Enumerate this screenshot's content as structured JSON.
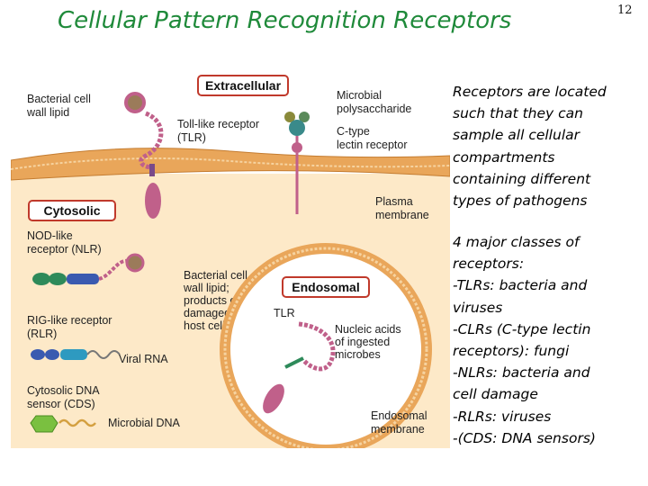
{
  "slide": {
    "title": "Cellular Pattern Recognition Receptors",
    "page_number": "12"
  },
  "side_text": {
    "para1": [
      "Receptors are located",
      "such that they can",
      "sample all cellular",
      "compartments",
      "containing different",
      "types of pathogens"
    ],
    "para2": [
      "4 major classes of",
      "receptors:",
      "-TLRs: bacteria and",
      "viruses",
      "-CLRs (C-type lectin",
      "receptors): fungi",
      "-NLRs: bacteria and",
      "cell damage",
      "-RLRs: viruses",
      "-(CDS: DNA sensors)"
    ]
  },
  "diagram": {
    "compartments": {
      "extracellular": "Extracellular",
      "cytosolic": "Cytosolic",
      "endosomal": "Endosomal"
    },
    "labels": {
      "bacterial_lipid_1": "Bacterial cell",
      "bacterial_lipid_2": "wall lipid",
      "tlr_1": "Toll-like receptor",
      "tlr_2": "(TLR)",
      "microbial_poly_1": "Microbial",
      "microbial_poly_2": "polysaccharide",
      "ctype_1": "C-type",
      "ctype_2": "lectin receptor",
      "plasma_1": "Plasma",
      "plasma_2": "membrane",
      "nlr_1": "NOD-like",
      "nlr_2": "receptor (NLR)",
      "damaged_1": "Bacterial cell",
      "damaged_2": "wall lipid;",
      "damaged_3": "products of",
      "damaged_4": "damaged",
      "damaged_5": "host cells",
      "rlr_1": "RIG-like receptor",
      "rlr_2": "(RLR)",
      "viral_rna": "Viral RNA",
      "tlr_endo": "TLR",
      "nucleic_1": "Nucleic acids",
      "nucleic_2": "of ingested",
      "nucleic_3": "microbes",
      "cds_1": "Cytosolic DNA",
      "cds_2": "sensor (CDS)",
      "microbial_dna": "Microbial DNA",
      "endo_mem_1": "Endosomal",
      "endo_mem_2": "membrane"
    }
  },
  "colors": {
    "title": "#1f8a3a",
    "cytosol": "#fde9c8",
    "membrane": "#e9a65a",
    "label_box_border": "#c0392b",
    "receptor": "#c0608a"
  }
}
